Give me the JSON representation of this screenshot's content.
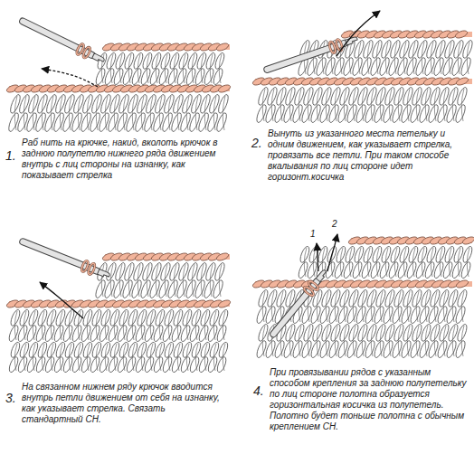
{
  "diagram": {
    "labels": [
      "1.",
      "Раб нить на крючке, накид, вколоть крючок в заднюю полупетлю нижнего ряда движением внутрь с лиц стороны на изнанку, как показывает стрелка",
      "2.",
      "Вынуть из указанного места петельку и одним движением, как указывает стрелка, провязать все петли. При таком способе вкалывания по лиц стороне идет горизонт.косичка",
      "3.",
      "На связанном нижнем ряду крючок вводится внутрь петли движением от себя на изнанку, как указывает стрелка. Связать стандартный СН.",
      "4.",
      "При провязывании рядов с указанным способом крепления за заднюю полупетельку по лиц стороне полотна образуется горизонтальная косичка из полупетель. Полотно будет тоньше полотна с обычным креплением СН.",
      "1",
      "2"
    ]
  }
}
